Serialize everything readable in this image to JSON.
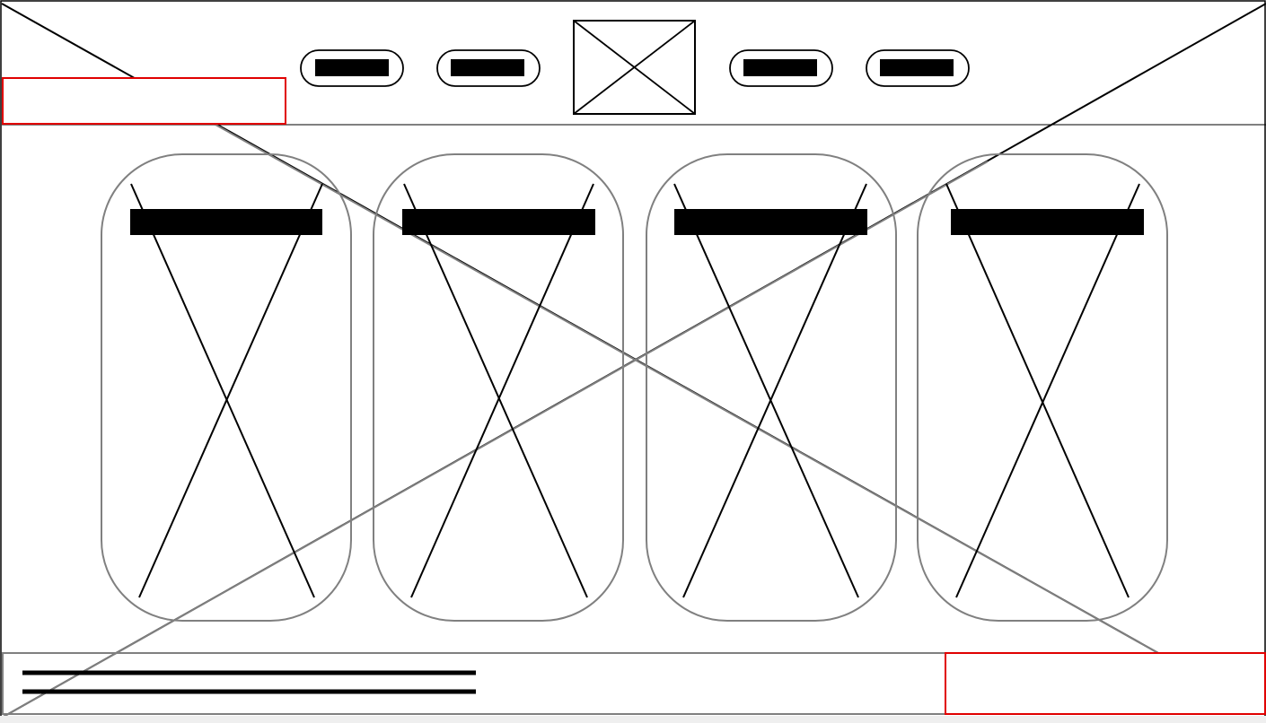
{
  "page": {
    "background": "#ffffff",
    "status_outline_color": "#e00000",
    "panel_stroke_color": "#808080",
    "line_color": "#000000"
  },
  "header": {
    "logo": {
      "icon": "image-placeholder-icon"
    },
    "nav_buttons": [
      {
        "id": "nav-1",
        "label": ""
      },
      {
        "id": "nav-2",
        "label": ""
      },
      {
        "id": "nav-3",
        "label": ""
      },
      {
        "id": "nav-4",
        "label": ""
      }
    ],
    "highlight_box": {
      "label": ""
    }
  },
  "cards": [
    {
      "title": "",
      "icon": "image-placeholder-icon"
    },
    {
      "title": "",
      "icon": "image-placeholder-icon"
    },
    {
      "title": "",
      "icon": "image-placeholder-icon"
    },
    {
      "title": "",
      "icon": "image-placeholder-icon"
    }
  ],
  "footer": {
    "text_lines": 2,
    "highlight_box": {
      "label": ""
    }
  },
  "background_image": {
    "icon": "image-placeholder-icon"
  }
}
